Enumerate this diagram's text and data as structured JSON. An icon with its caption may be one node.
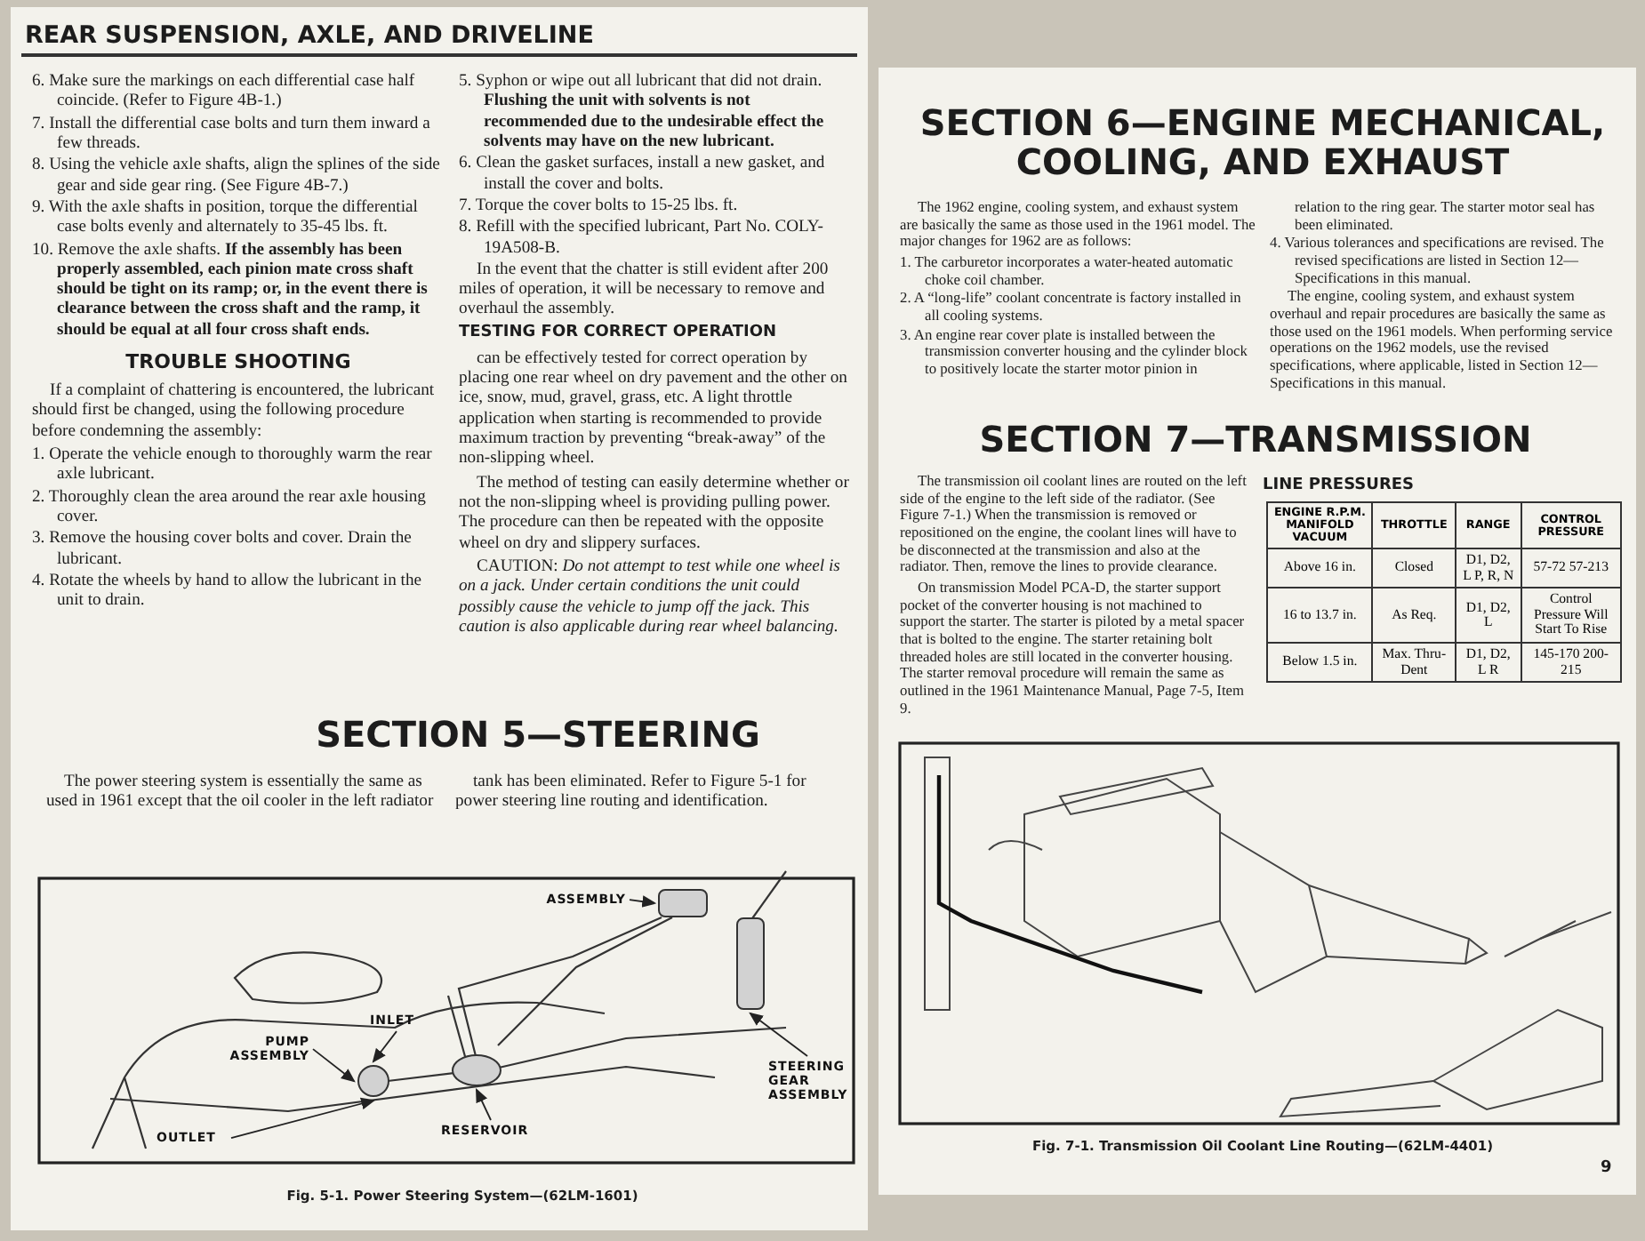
{
  "diagram": {
    "nodes": [
      {
        "text": [
          "ASSEMBLY"
        ]
      },
      {
        "text": [
          "STEERING GEAR ASSEMBLY"
        ]
      },
      {
        "text": [
          "INLET"
        ]
      },
      {
        "text": [
          "PUMP ASSEMBLY"
        ]
      },
      {
        "text": [
          "RESERVOIR"
        ]
      },
      {
        "text": [
          "OUTLET"
        ]
      },
      {
        "text": [],
        "shape": "box"
      },
      {
        "text": [],
        "shape": "box"
      },
      {
        "text": [],
        "shape": "circle"
      },
      {
        "text": [],
        "shape": "circle"
      }
    ],
    "edges": [
      {
        "from": 0,
        "to": 6,
        "arrow": "to"
      },
      {
        "from": 1,
        "to": 7,
        "arrow": "to"
      },
      {
        "from": 2,
        "to": 8,
        "arrow": "to"
      },
      {
        "from": 3,
        "to": 8,
        "arrow": "to"
      },
      {
        "from": 4,
        "to": 9,
        "arrow": "to"
      },
      {
        "from": 5,
        "to": 8,
        "arrow": "to"
      }
    ],
    "labels": [
      "REAR SUSPENSION, AXLE, AND DRIVELINE",
      "6. Make sure the markings on each differential case half coincide. (Refer to Figure 4B-1.)",
      "7. Install the differential case bolts and turn them inward a few threads.",
      "8. Using the vehicle axle shafts, align the splines of the side gear and side gear ring. (See Figure 4B-7.)",
      "9. With the axle shafts in position, torque the differential case bolts evenly and alternately to 35-45 lbs. ft.",
      "10. Remove the axle shafts. **If the assembly has been properly assembled, each pinion mate cross shaft should be tight on its ramp; or, in the event there is clearance between the cross shaft and the ramp, it should be equal at all four cross shaft ends.**",
      "TROUBLE SHOOTING",
      "If a complaint of chattering is encountered, the lubricant should first be changed, using the following procedure before condemning the assembly:",
      "1. Operate the vehicle enough to thoroughly warm the rear axle lubricant.",
      "2. Thoroughly clean the area around the rear axle housing cover.",
      "3. Remove the housing cover bolts and cover. Drain the lubricant.",
      "4. Rotate the wheels by hand to allow the lubricant in the unit to drain.",
      "5. Syphon or wipe out all lubricant that did not drain. **Flushing the unit with solvents is not recommended due to the undesirable effect the solvents may have on the new lubricant.**",
      "6. Clean the gasket surfaces, install a new gasket, and install the cover and bolts.",
      "7. Torque the cover bolts to 15-25 lbs. ft.",
      "8. Refill with the specified lubricant, Part No. COLY-19A508-B.",
      "In the event that the chatter is still evident after 200 miles of operation, it will be necessary to remove and overhaul the assembly.",
      "TESTING FOR CORRECT OPERATION",
      "can be effectively tested for correct operation by placing one rear wheel on dry pavement and the other on ice, snow, mud, gravel, grass, etc. A light throttle application when starting is recommended to provide maximum traction by preventing “break-away” of the non-slipping wheel.",
      "The method of testing can easily determine whether or not the non-slipping wheel is providing pulling power. The procedure can then be repeated with the opposite wheel on dry and slippery surfaces.",
      "CAUTION: *Do not attempt to test while one wheel is on a jack. Under certain conditions the unit could possibly cause the vehicle to jump off the jack. This caution is also applicable during rear wheel balancing.*",
      "SECTION 5—STEERING",
      "The power steering system is essentially the same as used in 1961 except that the oil cooler in the left radiator",
      "tank has been eliminated. Refer to Figure 5-1 for power steering line routing and identification.",
      "Fig. 5-1. Power Steering System—(62LM-1601)",
      "SECTION 6—ENGINE MECHANICAL, COOLING, AND EXHAUST",
      "The 1962 engine, cooling system, and exhaust system are basically the same as those used in the 1961 model. The major changes for 1962 are as follows:",
      "1. The carburetor incorporates a water-heated automatic choke coil chamber.",
      "2. A “long-life” coolant concentrate is factory installed in all cooling systems.",
      "3. An engine rear cover plate is installed between the transmission converter housing and the cylinder block to positively locate the starter motor pinion in",
      "relation to the ring gear. The starter motor seal has been eliminated.",
      "4. Various tolerances and specifications are revised. The revised specifications are listed in Section 12—Specifications in this manual.",
      "The engine, cooling system, and exhaust system overhaul and repair procedures are basically the same as those used on the 1961 models. When performing service operations on the 1962 models, use the revised specifications, where applicable, listed in Section 12—Specifications in this manual.",
      "SECTION 7—TRANSMISSION",
      "The transmission oil coolant lines are routed on the left side of the engine to the left side of the radiator. (See Figure 7-1.) When the transmission is removed or repositioned on the engine, the coolant lines will have to be disconnected at the transmission and also at the radiator. Then, remove the lines to provide clearance.",
      "On transmission Model PCA-D, the starter support pocket of the converter housing is not machined to support the starter. The starter is piloted by a metal spacer that is bolted to the engine. The starter retaining bolt threaded holes are still located in the converter housing. The starter removal procedure will remain the same as outlined in the 1961 Maintenance Manual, Page 7-5, Item 9.",
      "LINE PRESSURES",
      "ENGINE R.P.M. MANIFOLD VACUUM",
      "THROTTLE",
      "RANGE",
      "CONTROL PRESSURE",
      "Above 16 in.",
      "Closed",
      "D1, D2, L P, R, N",
      "57-72 57-213",
      "16 to 13.7 in.",
      "As Req.",
      "D1, D2, L",
      "Control Pressure Will Start To Rise",
      "Below 1.5 in.",
      "Max. Thru-Dent",
      "D1, D2, L R",
      "145-170 200-215",
      "Fig. 7-1. Transmission Oil Coolant Line Routing—(62LM-4401)",
      "9"
    ]
  }
}
